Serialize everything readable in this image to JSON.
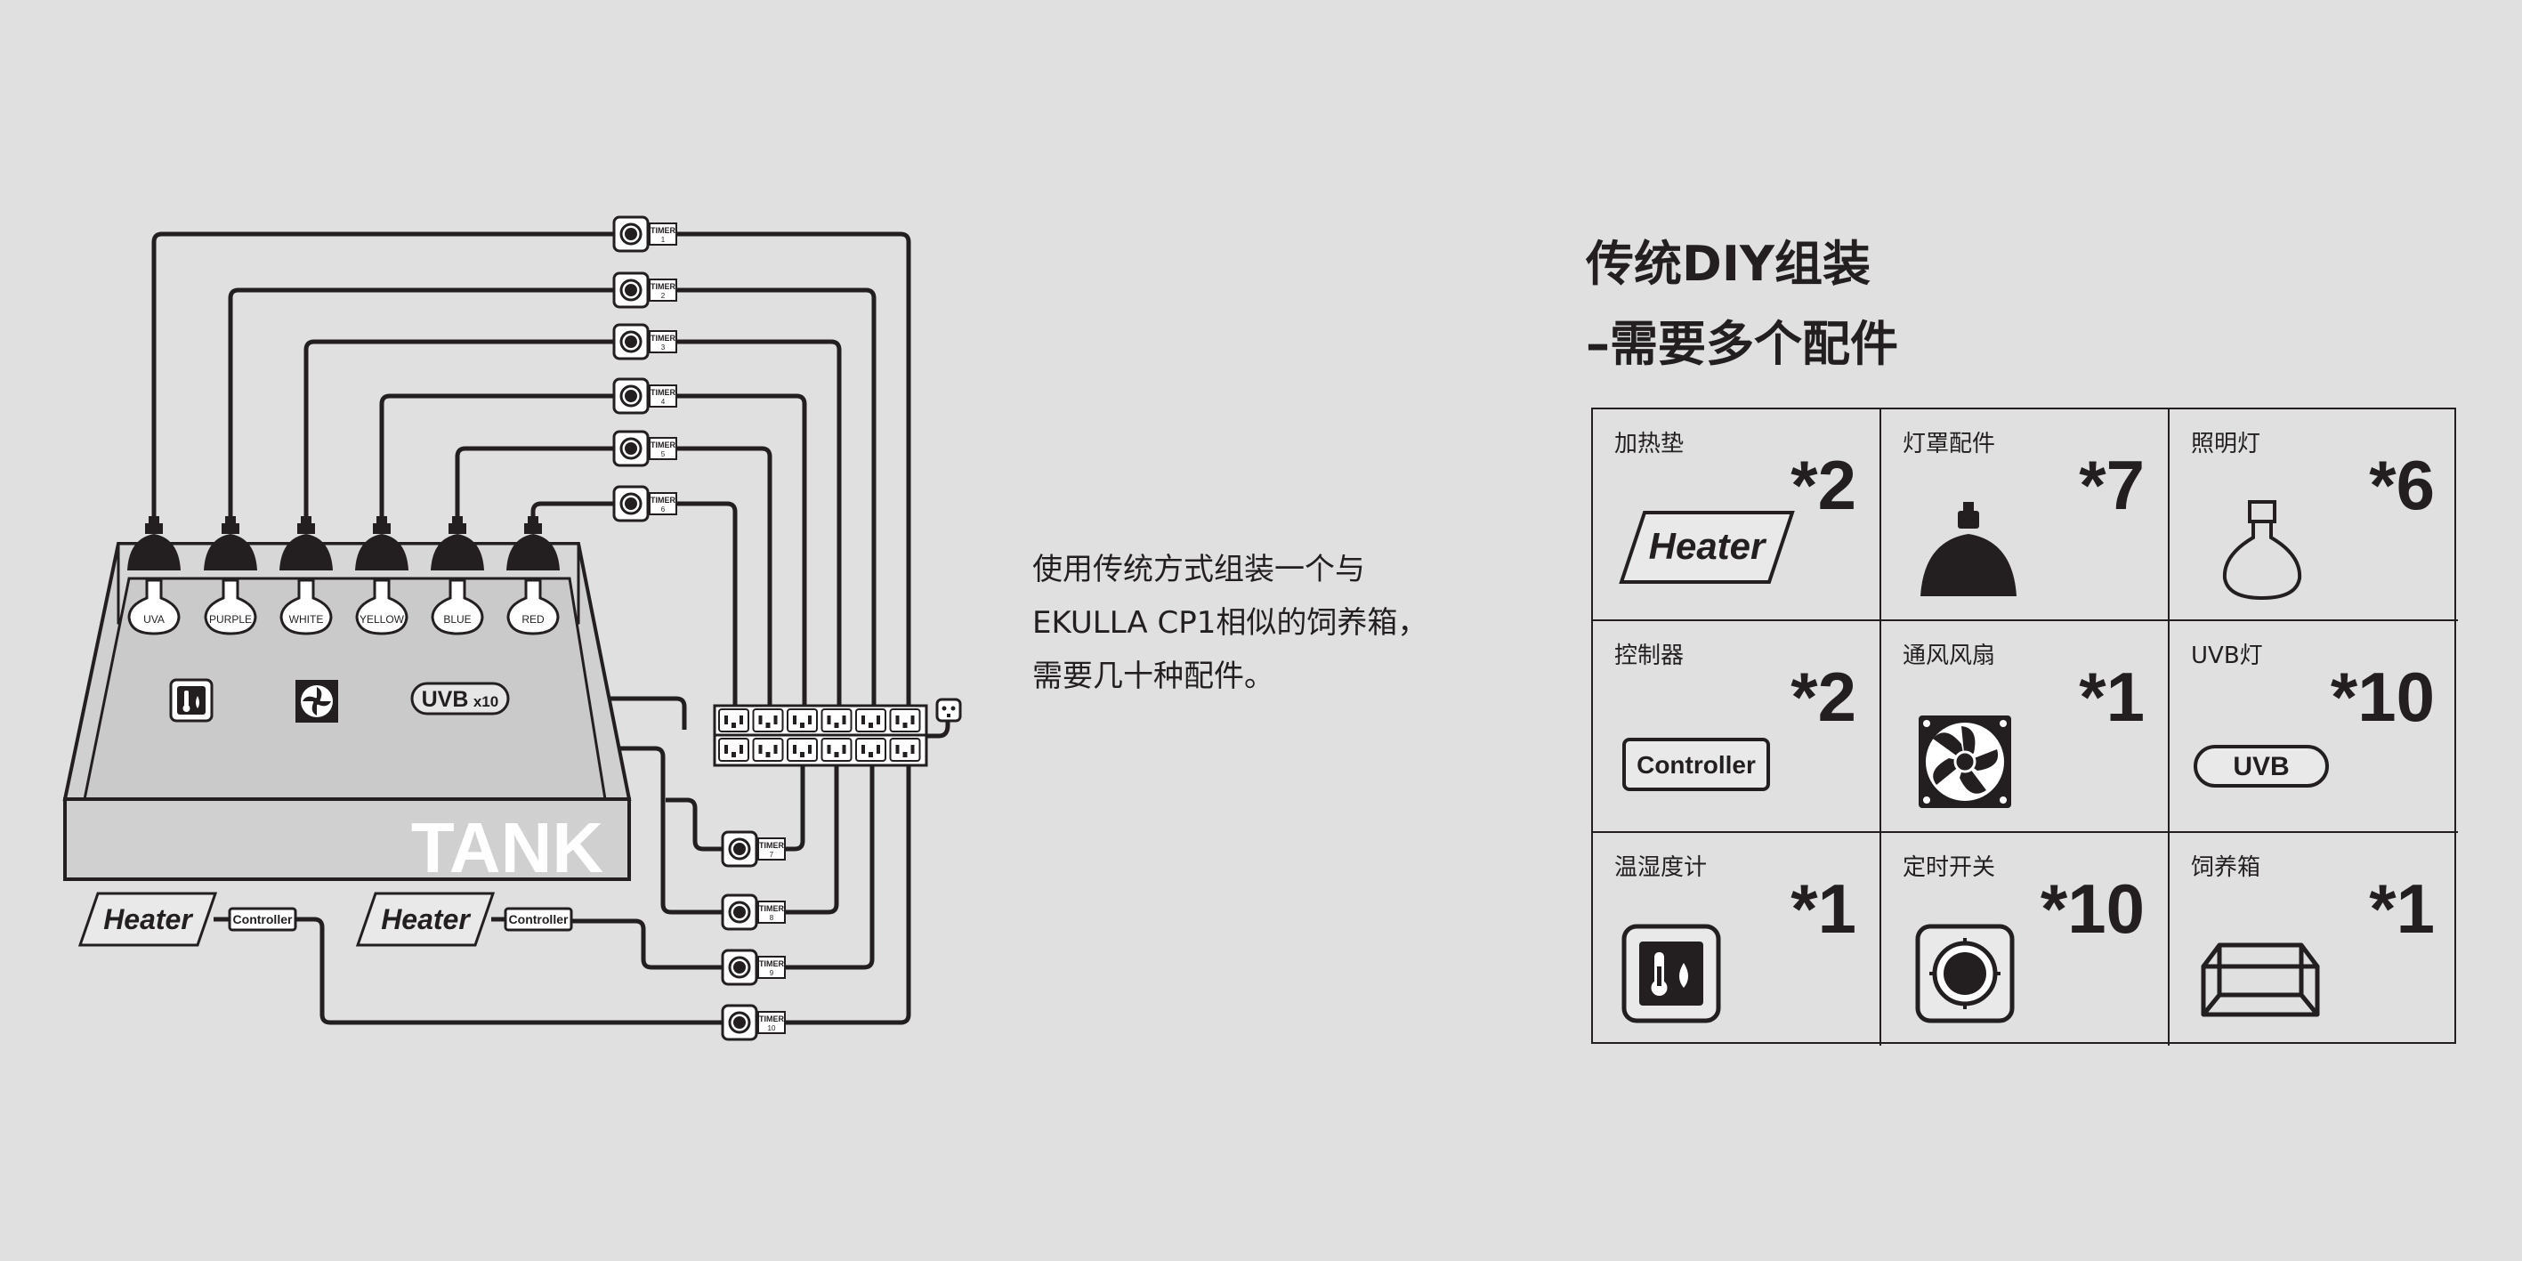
{
  "diagram": {
    "lamps": [
      "UVA",
      "PURPLE",
      "WHITE",
      "YELLOW",
      "BLUE",
      "RED"
    ],
    "timers": [
      {
        "label": "TIMER",
        "num": "1"
      },
      {
        "label": "TIMER",
        "num": "2"
      },
      {
        "label": "TIMER",
        "num": "3"
      },
      {
        "label": "TIMER",
        "num": "4"
      },
      {
        "label": "TIMER",
        "num": "5"
      },
      {
        "label": "TIMER",
        "num": "6"
      },
      {
        "label": "TIMER",
        "num": "7"
      },
      {
        "label": "TIMER",
        "num": "8"
      },
      {
        "label": "TIMER",
        "num": "9"
      },
      {
        "label": "TIMER",
        "num": "10"
      }
    ],
    "uvb_label": "UVB",
    "uvb_count": "x10",
    "tank_label": "TANK",
    "heater_label": "Heater",
    "controller_label": "Controller"
  },
  "description": {
    "lines": [
      "使用传统方式组装一个与",
      "EKULLA CP1相似的饲养箱，",
      "需要几十种配件。"
    ]
  },
  "title": {
    "line1": "传统DIY组装",
    "line2": "–需要多个配件"
  },
  "parts": [
    {
      "name": "加热垫",
      "qty": "*2",
      "icon": "heater-icon",
      "icon_text": "Heater"
    },
    {
      "name": "灯罩配件",
      "qty": "*7",
      "icon": "lamp-shade-icon"
    },
    {
      "name": "照明灯",
      "qty": "*6",
      "icon": "light-bulb-icon"
    },
    {
      "name": "控制器",
      "qty": "*2",
      "icon": "controller-icon",
      "icon_text": "Controller"
    },
    {
      "name": "通风风扇",
      "qty": "*1",
      "icon": "fan-icon"
    },
    {
      "name": "UVB灯",
      "qty": "*10",
      "icon": "uvb-lamp-icon",
      "icon_text": "UVB"
    },
    {
      "name": "温湿度计",
      "qty": "*1",
      "icon": "thermo-hygrometer-icon"
    },
    {
      "name": "定时开关",
      "qty": "*10",
      "icon": "timer-switch-icon"
    },
    {
      "name": "饲养箱",
      "qty": "*1",
      "icon": "enclosure-icon"
    }
  ],
  "colors": {
    "background": "#dfe0df",
    "ink": "#231f20",
    "tank_fill": "#cfd0cf"
  }
}
